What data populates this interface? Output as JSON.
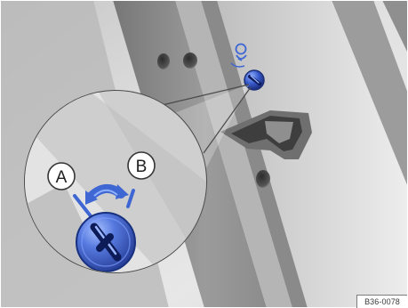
{
  "callouts": {
    "left_label": "A",
    "right_label": "B"
  },
  "figure_code": "B36-0078",
  "icons": {
    "lock": "child-safety-lock-icon",
    "rotation": "rotate-arrow-icon",
    "child_symbol": "child-symbol-icon"
  },
  "colors": {
    "accent": "#3f67d4",
    "accent_dark": "#1f3c97",
    "background": "#d8d8d8"
  }
}
